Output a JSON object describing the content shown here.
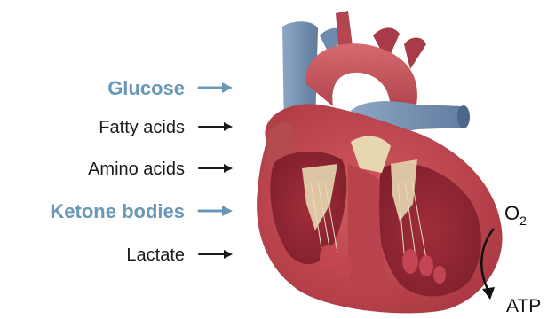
{
  "substrates": [
    {
      "label": "Glucose",
      "highlight": true
    },
    {
      "label": "Fatty acids",
      "highlight": false
    },
    {
      "label": "Amino acids",
      "highlight": false
    },
    {
      "label": "Ketone bodies",
      "highlight": true
    },
    {
      "label": "Lactate",
      "highlight": false
    }
  ],
  "oxygen": {
    "base": "O",
    "subscript": "2"
  },
  "product": "ATP",
  "colors": {
    "highlight": "#6a97b5",
    "normal": "#1a1a1a",
    "heart_outer": "#c8454f",
    "heart_inner": "#a8323d",
    "chamber": "#8e2430",
    "valve": "#e6d7b0",
    "vein": "#7b93b3",
    "artery": "#c5525a"
  }
}
